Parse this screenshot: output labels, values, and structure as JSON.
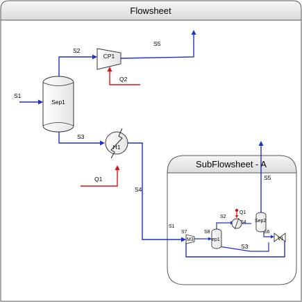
{
  "flowsheet": {
    "title": "Flowsheet"
  },
  "units": {
    "sep1": "Sep1",
    "cp1": "CP1",
    "h1": "H1"
  },
  "streams": {
    "s1": "S1",
    "s2": "S2",
    "s3": "S3",
    "s4": "S4",
    "s5": "S5",
    "q1": "Q1",
    "q2": "Q2"
  },
  "subflowsheet": {
    "title": "SubFlowsheet - A",
    "units": {
      "m": "M3",
      "sep": "ep1",
      "sep2": "Sep2",
      "v": "V1"
    },
    "streams": {
      "s1": "S1",
      "s2": "S2",
      "s3": "S3",
      "s4": "S4",
      "s5": "S5",
      "s6": "S6",
      "s7": "S7",
      "s8": "S8",
      "q1": "Q1"
    }
  },
  "colors": {
    "stream": "#1a2fd4",
    "energy": "#e01010",
    "border": "#555555",
    "header": "#e8e8e8"
  }
}
